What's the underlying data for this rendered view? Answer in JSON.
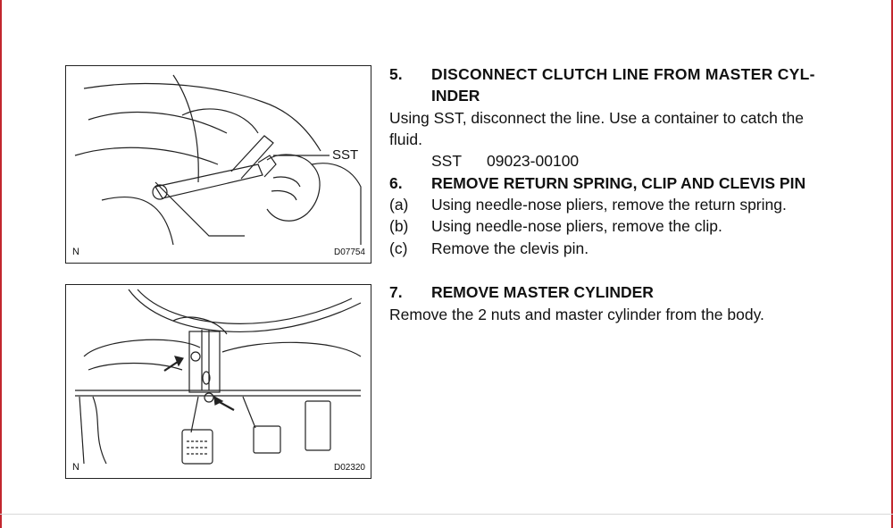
{
  "figures": [
    {
      "orientation_label": "N",
      "code": "D07754",
      "callout": "SST"
    },
    {
      "orientation_label": "N",
      "code": "D02320"
    }
  ],
  "step5": {
    "number": "5.",
    "title_line1": "DISCONNECT CLUTCH LINE FROM MASTER CYL-",
    "title_line2": "INDER",
    "text_line1": "Using SST, disconnect the line. Use a container to catch the",
    "text_line2": "fluid.",
    "sst_label": "SST",
    "sst_number": "09023-00100"
  },
  "step6": {
    "number": "6.",
    "title": "REMOVE RETURN SPRING, CLIP AND CLEVIS PIN",
    "items": [
      {
        "marker": "(a)",
        "text": "Using needle-nose pliers, remove the return spring."
      },
      {
        "marker": "(b)",
        "text": "Using needle-nose pliers, remove the clip."
      },
      {
        "marker": "(c)",
        "text": "Remove the clevis pin."
      }
    ]
  },
  "step7": {
    "number": "7.",
    "title": "REMOVE MASTER CYLINDER",
    "text": "Remove the 2 nuts and master cylinder from the body."
  }
}
